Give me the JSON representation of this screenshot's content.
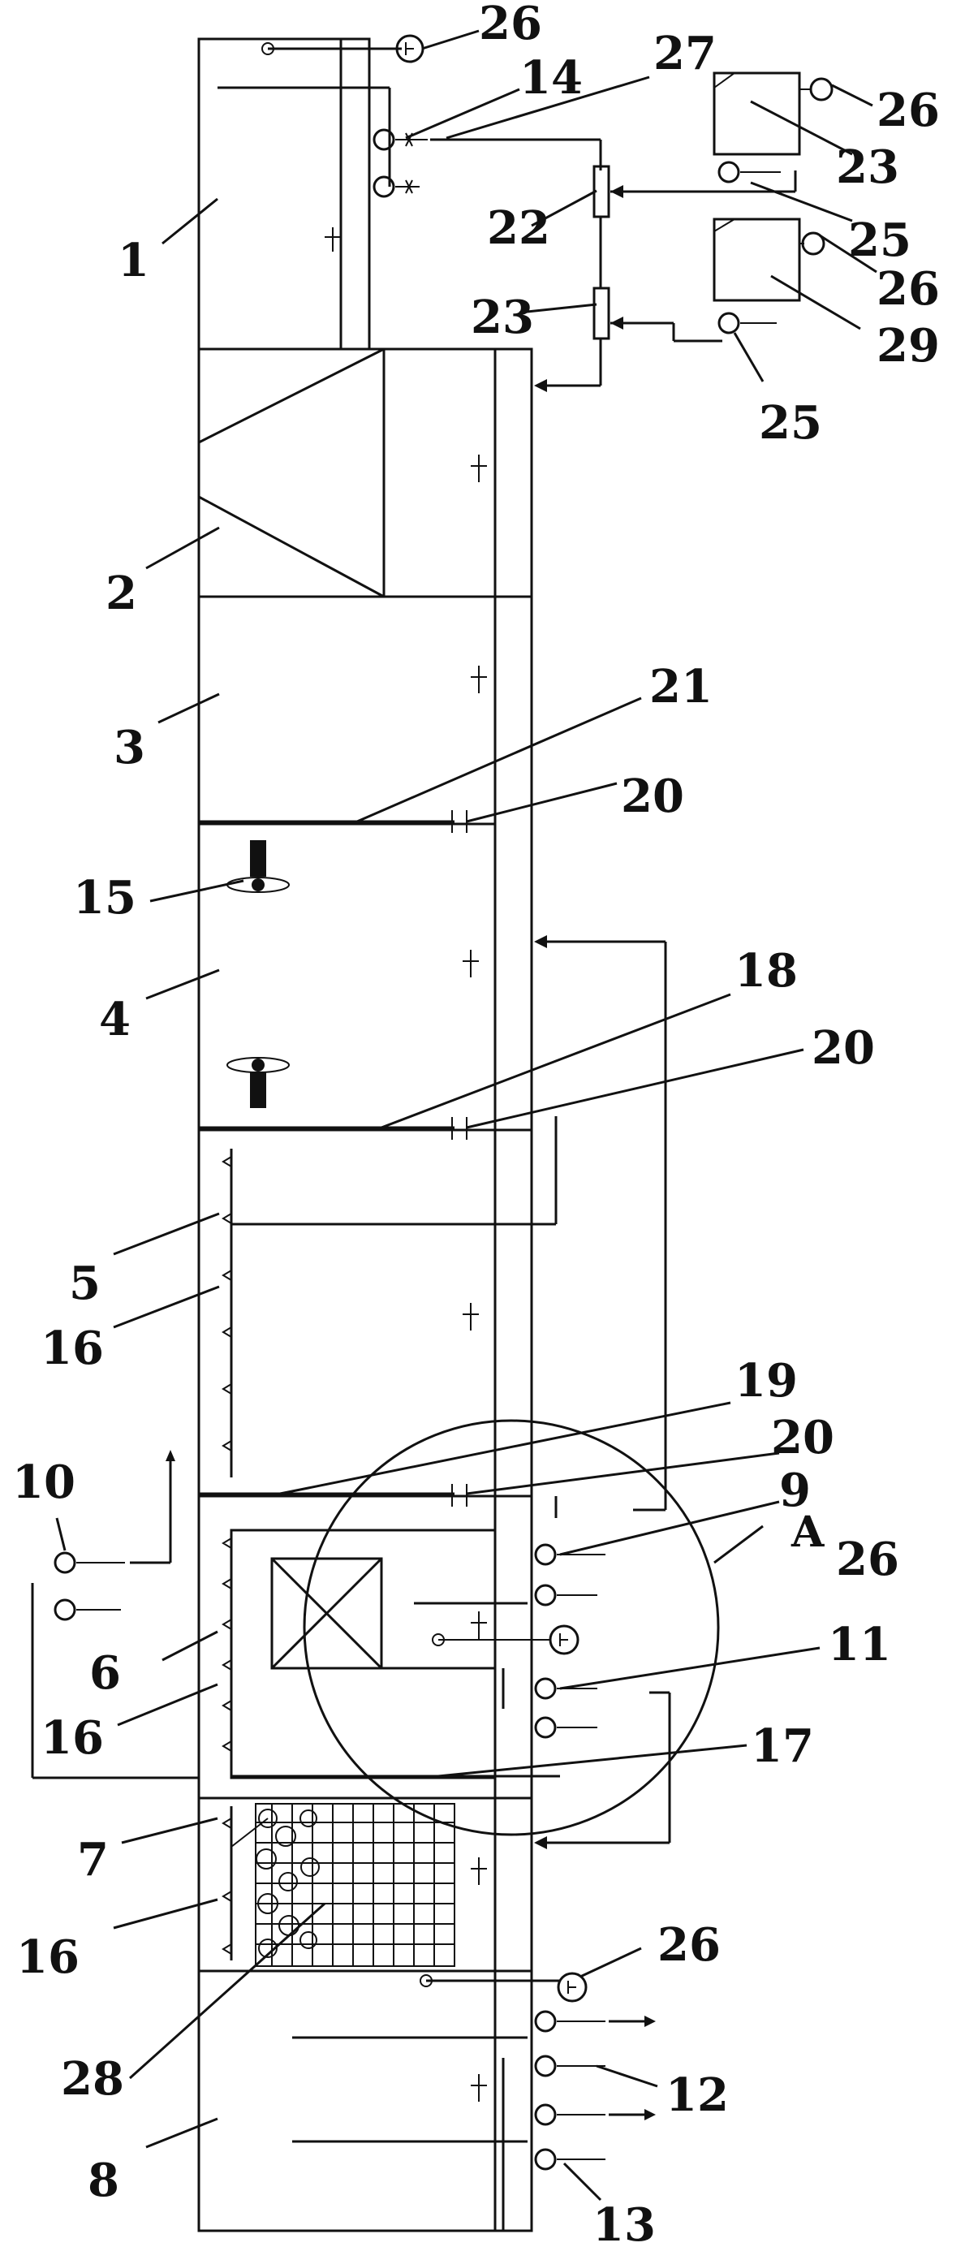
{
  "labels": {
    "l1": "1",
    "l2": "2",
    "l3": "3",
    "l4": "4",
    "l5": "5",
    "l6": "6",
    "l7": "7",
    "l8": "8",
    "l9": "9",
    "l10": "10",
    "l11": "11",
    "l12": "12",
    "l13": "13",
    "l14": "14",
    "l15": "15",
    "l16a": "16",
    "l16b": "16",
    "l16c": "16",
    "l17": "17",
    "l18": "18",
    "l19": "19",
    "l20a": "20",
    "l20b": "20",
    "l20c": "20",
    "l21": "21",
    "l22": "22",
    "l23a": "23",
    "l23b": "23",
    "l25a": "25",
    "l25b": "25",
    "l26a": "26",
    "l26b": "26",
    "l26c": "26",
    "l26d": "26",
    "l26e": "26",
    "l27": "27",
    "l28": "28",
    "l29": "29",
    "lA": "A"
  }
}
